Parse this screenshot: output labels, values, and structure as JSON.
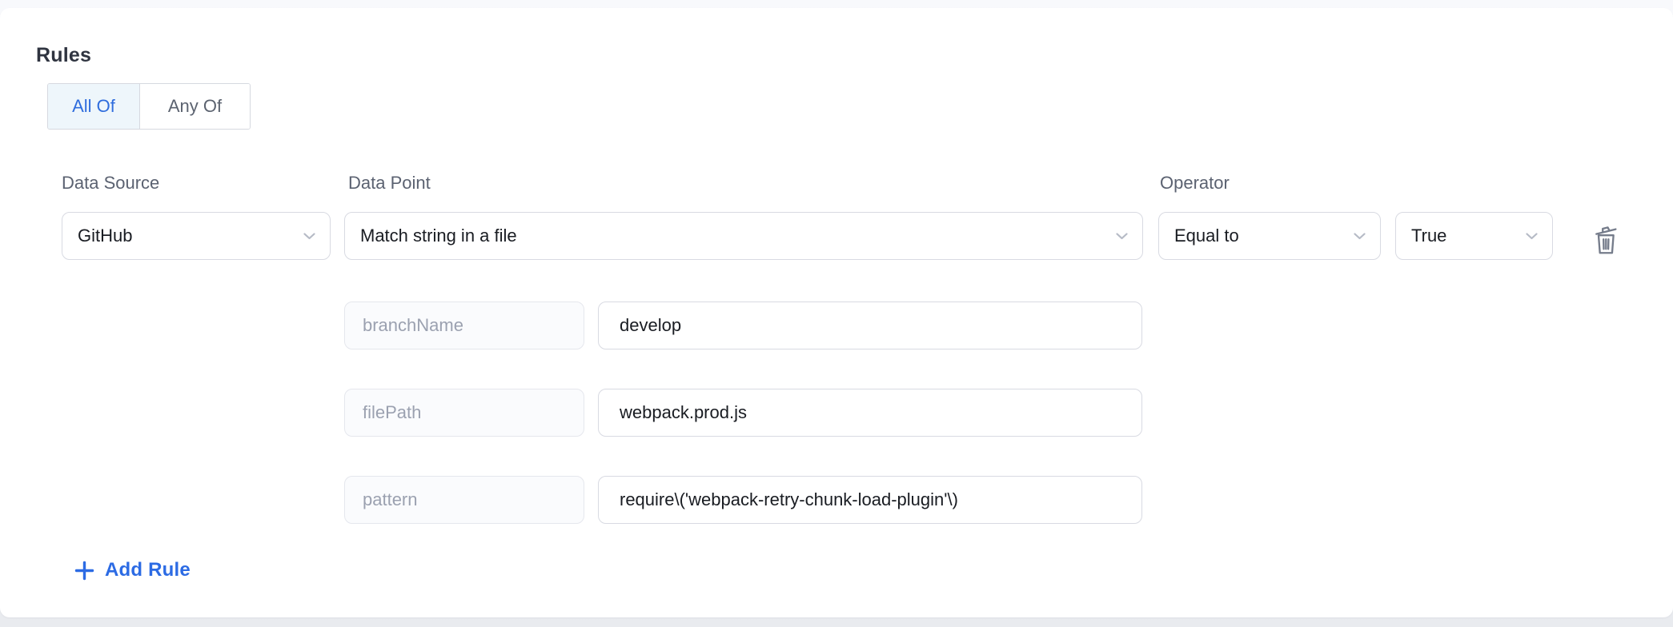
{
  "title": "Rules",
  "toggle": {
    "options": [
      {
        "label": "All Of",
        "selected": true
      },
      {
        "label": "Any Of",
        "selected": false
      }
    ]
  },
  "rule": {
    "data_source": {
      "label": "Data Source",
      "value": "GitHub"
    },
    "data_point": {
      "label": "Data Point",
      "value": "Match string in a file"
    },
    "operator": {
      "label": "Operator",
      "value": "Equal to"
    },
    "expected": {
      "value": "True"
    },
    "params": [
      {
        "key": "branchName",
        "value": "develop"
      },
      {
        "key": "filePath",
        "value": "webpack.prod.js"
      },
      {
        "key": "pattern",
        "value": "require\\('webpack-retry-chunk-load-plugin'\\)"
      }
    ]
  },
  "add_rule": {
    "label": "Add Rule"
  },
  "colors": {
    "accent_blue": "#2c6be4",
    "selected_toggle_bg": "#eef6fb",
    "selected_toggle_text": "#2f6ddd",
    "input_border": "#d8dae2",
    "key_box_bg": "#fafbfd",
    "key_box_text": "#9ba1b0",
    "label_text": "#5b6271",
    "value_text": "#191c22",
    "icon_gray": "#757c8b",
    "chevron_gray": "#b6bbc6"
  }
}
